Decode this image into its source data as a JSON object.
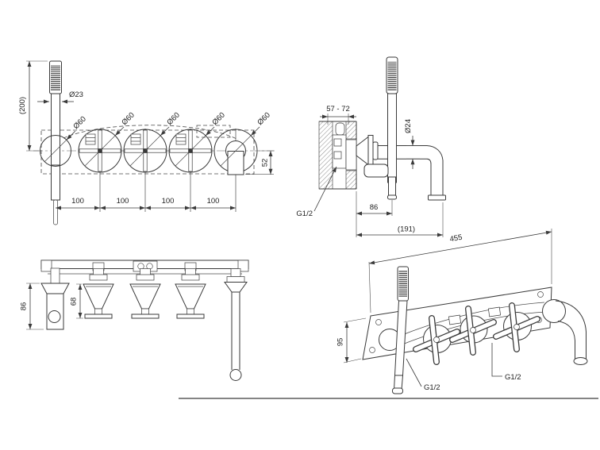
{
  "front_view": {
    "overall_height": "(200)",
    "handshower_diameter": "Ø23",
    "escutcheon_diameters": [
      "Ø60",
      "Ø60",
      "Ø60",
      "Ø60",
      "Ø60"
    ],
    "center_spacings": [
      "100",
      "100",
      "100",
      "100"
    ],
    "spout_drop": "52"
  },
  "side_view": {
    "wall_depth_range": "57 - 72",
    "spout_tube_diameter": "Ø24",
    "spout_reach": "86",
    "overall_reach": "(191)",
    "thread_label": "G1/2"
  },
  "top_view": {
    "holder_projection": "86",
    "handle_projection": "68"
  },
  "perspective_view": {
    "plate_width": "455",
    "plate_height": "95",
    "thread_label_left": "G1/2",
    "thread_label_right": "G1/2"
  }
}
